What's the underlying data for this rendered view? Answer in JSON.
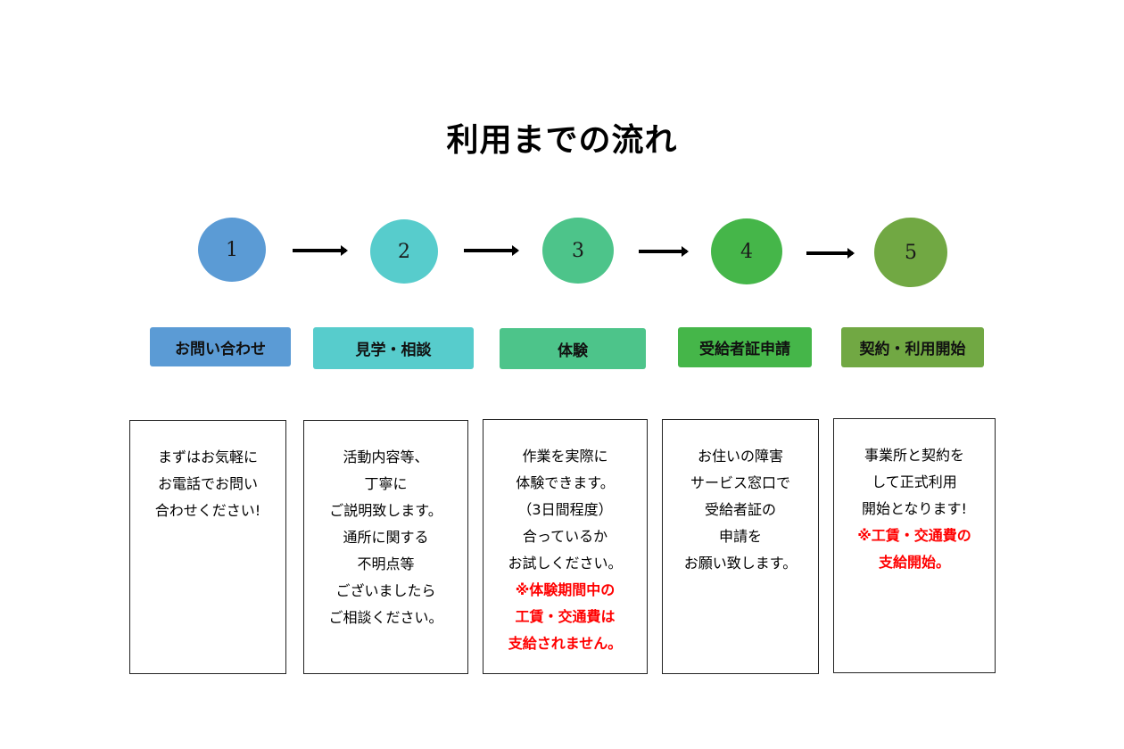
{
  "title": "利用までの流れ",
  "steps": [
    {
      "number": "1",
      "label": "お問い合わせ",
      "color": "#5b9bd5",
      "lines": [
        "まずはお気軽に",
        "お電話でお問い",
        "合わせください!"
      ],
      "red_lines": []
    },
    {
      "number": "2",
      "label": "見学・相談",
      "color": "#57cccc",
      "lines": [
        "活動内容等、",
        "丁寧に",
        "ご説明致します。",
        "通所に関する",
        "不明点等",
        "ございましたら",
        "ご相談ください。"
      ],
      "red_lines": []
    },
    {
      "number": "3",
      "label": "体験",
      "color": "#4dc48a",
      "lines": [
        "作業を実際に",
        "体験できます。",
        "（3日間程度）",
        "合っているか",
        "お試しください。"
      ],
      "red_lines": [
        "※体験期間中の",
        "工賃・交通費は",
        "支給されません。"
      ]
    },
    {
      "number": "4",
      "label": "受給者証申請",
      "color": "#45b649",
      "lines": [
        "お住いの障害",
        "サービス窓口で",
        "受給者証の",
        "申請を",
        "お願い致します。"
      ],
      "red_lines": []
    },
    {
      "number": "5",
      "label": "契約・利用開始",
      "color": "#71a843",
      "lines": [
        "事業所と契約を",
        "して正式利用",
        "開始となります!"
      ],
      "red_lines": [
        "※工賃・交通費の",
        "支給開始。"
      ]
    }
  ]
}
